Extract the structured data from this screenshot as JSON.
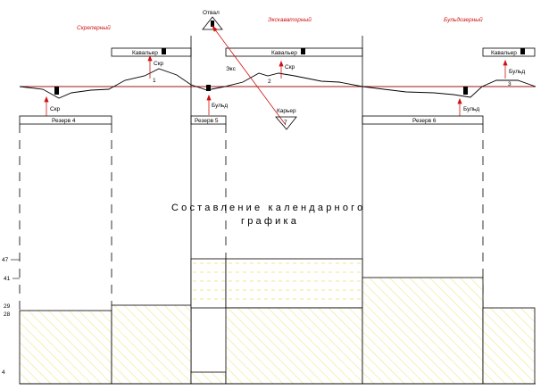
{
  "section_types": {
    "scraper": "Скреперный",
    "excavator": "Экскаваторный",
    "bulldozer": "Бульдозерный"
  },
  "labels": {
    "spoil": "Отвал",
    "quarry": "Карьер",
    "excavator_short": "Экс"
  },
  "kavaliers": [
    {
      "label": "Кавальер",
      "num": ""
    },
    {
      "label": "Кавальер",
      "num": ""
    },
    {
      "label": "Кавальер",
      "num": ""
    }
  ],
  "reserves": [
    {
      "label": "Резерв 4"
    },
    {
      "label": "Резерв 5"
    },
    {
      "label": "Резерв 6"
    }
  ],
  "machine_labels": {
    "skr1": "Скр",
    "skr2": "Скр",
    "skr3": "Скр",
    "buld1": "Бульд",
    "buld2": "Бульд",
    "buld3": "Бульд"
  },
  "section_numbers": [
    "1",
    "2",
    "3",
    "7"
  ],
  "title_lines": [
    "Составление календарного",
    "графика"
  ],
  "chart_data": {
    "type": "bar",
    "y_ticks": [
      "47",
      "41",
      "29",
      "28",
      "4"
    ],
    "segments": [
      {
        "name": "seg1",
        "value": 28
      },
      {
        "name": "seg2",
        "value": 30
      },
      {
        "name": "seg3_lower",
        "value": 4
      },
      {
        "name": "seg3_upper",
        "from": 29,
        "to": 47
      },
      {
        "name": "seg4",
        "value": 29
      },
      {
        "name": "seg4_upper",
        "from": 29,
        "to": 47
      },
      {
        "name": "seg5",
        "value": 41
      },
      {
        "name": "seg6",
        "value": 29
      }
    ]
  },
  "colors": {
    "hatch": "#f2ee8a",
    "red": "#d01010",
    "line": "#000000"
  }
}
